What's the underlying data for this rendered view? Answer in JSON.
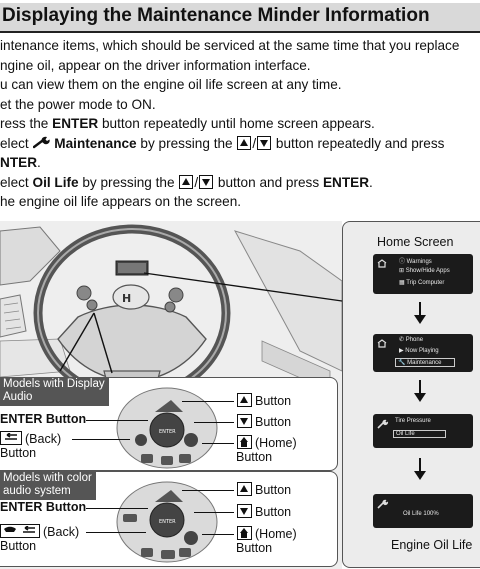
{
  "header": {
    "title": "Displaying the Maintenance Minder Information"
  },
  "intro": {
    "line1": "intenance items, which should be serviced at the same time that you replace",
    "line2": "ngine oil, appear on the driver information interface.",
    "line3": "u can view them on the engine oil life screen at any time."
  },
  "steps": {
    "s1": "et the power mode to ON.",
    "s2_pre": "ress the ",
    "s2_bold": "ENTER",
    "s2_post": " button repeatedly until home screen appears.",
    "s3_pre": "elect ",
    "s3_bold": "Maintenance",
    "s3_mid": " by pressing the ",
    "s3_post": " button repeatedly and press",
    "s3_bold2": "NTER",
    "s3_end": ".",
    "s4_pre": "elect ",
    "s4_bold": "Oil Life",
    "s4_mid": " by pressing the ",
    "s4_post": " button and press ",
    "s4_bold2": "ENTER",
    "s4_end": ".",
    "s5": "he engine oil life appears on the screen."
  },
  "figure": {
    "home_screen_label": "Home Screen",
    "engine_oil_life_label": "Engine Oil Life",
    "screen1": {
      "items": [
        "Warnings",
        "Show/Hide Apps",
        "Trip Computer"
      ]
    },
    "screen2": {
      "items": [
        "Phone",
        "Now Playing",
        "Maintenance"
      ]
    },
    "screen3": {
      "title": "Tire Pressure",
      "selected": "Oil Life"
    },
    "screen4": {
      "value": "Oil Life",
      "percent": "100%"
    },
    "model1": {
      "tag_line1": "Models with Display",
      "tag_line2": "Audio",
      "enter": "ENTER Button",
      "back_line1": "(Back)",
      "back_line2": "Button",
      "up": "Button",
      "down": "Button",
      "home_line1": "(Home)",
      "home_line2": "Button"
    },
    "model2": {
      "tag_line1": "Models with color",
      "tag_line2": "audio system",
      "enter": "ENTER Button",
      "back_line1": "(Back)",
      "back_line2": "Button",
      "up": "Button",
      "down": "Button",
      "home_line1": "(Home)",
      "home_line2": "Button"
    }
  }
}
